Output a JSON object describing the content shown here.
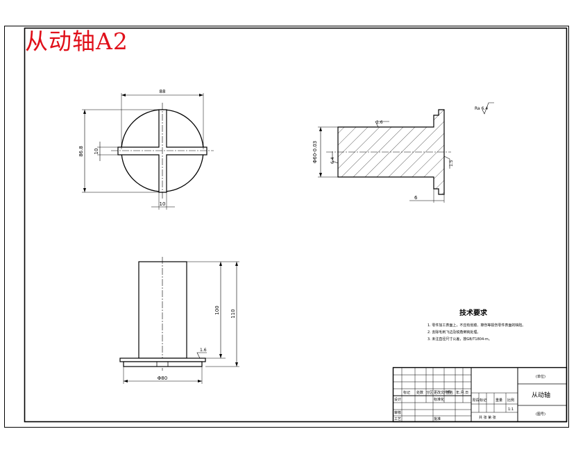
{
  "title": "从动轴A2",
  "views": {
    "top": {
      "dims": {
        "overall": "88",
        "height": "86.8",
        "slot_small": "10",
        "slot_bottom": "10"
      }
    },
    "section": {
      "dims": {
        "diameter": "Φ60-0.03",
        "step": "6",
        "chamfer": "1.5"
      },
      "roughness": {
        "corner": "Ra 6.4",
        "top": "1.6",
        "left": "6.4"
      }
    },
    "front": {
      "dims": {
        "inner": "100",
        "total": "110",
        "base": "Φ80"
      },
      "roughness": {
        "base": "1.6"
      }
    }
  },
  "tech_requirements": {
    "heading": "技术要求",
    "items": [
      "1. 零件加工表面上，不应有划痕、擦伤等损伤零件表面的缺陷。",
      "2. 去除毛刺飞边及锐角倒钝处理。",
      "3. 未注直径尺寸公差，按GB/T1804-m。"
    ]
  },
  "title_block": {
    "unit_label": "(单位)",
    "part_name": "从动轴",
    "drawing_no": "(图号)",
    "scale": "1:1",
    "labels": {
      "mark": "标记",
      "count": "处数",
      "zone": "分区",
      "change_no": "更改文件号",
      "signature": "签名",
      "date": "年.月.日",
      "design": "设计",
      "standardize": "标准化",
      "stage_mark": "阶段标记",
      "weight": "重量",
      "scale_label": "比例",
      "check": "审核",
      "process": "工艺",
      "approve": "批准",
      "sheets": "共  张  第  张"
    }
  }
}
